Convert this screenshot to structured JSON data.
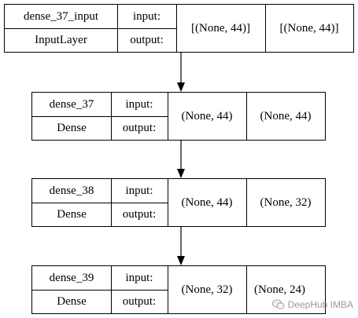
{
  "nodes": [
    {
      "name": "dense_37_input",
      "type": "InputLayer",
      "in_label": "input:",
      "out_label": "output:",
      "input_shape": "[(None, 44)]",
      "output_shape": "[(None, 44)]"
    },
    {
      "name": "dense_37",
      "type": "Dense",
      "in_label": "input:",
      "out_label": "output:",
      "input_shape": "(None, 44)",
      "output_shape": "(None, 44)"
    },
    {
      "name": "dense_38",
      "type": "Dense",
      "in_label": "input:",
      "out_label": "output:",
      "input_shape": "(None, 44)",
      "output_shape": "(None, 32)"
    },
    {
      "name": "dense_39",
      "type": "Dense",
      "in_label": "input:",
      "out_label": "output:",
      "input_shape": "(None, 32)",
      "output_shape": "(None, 24)"
    }
  ],
  "watermark": {
    "text": "DeepHub IMBA",
    "icon": "wechat-icon"
  }
}
